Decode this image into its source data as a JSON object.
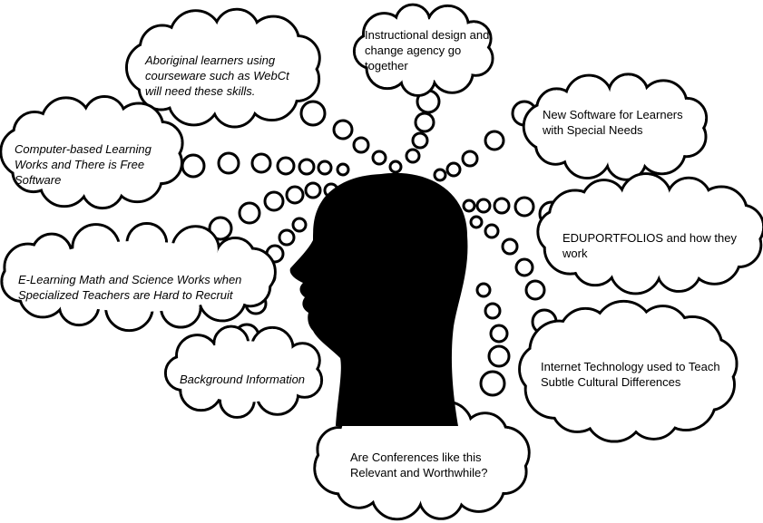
{
  "title": "Thought cloud diagram around a head silhouette",
  "colors": {
    "ink": "#000000",
    "paper": "#ffffff"
  },
  "thoughts": [
    {
      "id": "aboriginal",
      "text": "Aboriginal learners using courseware such as WebCt will need these skills.",
      "italic": true
    },
    {
      "id": "instructional",
      "text": "Instructional design and change agency go together",
      "italic": false
    },
    {
      "id": "new-software",
      "text": "New Software for Learners with Special Needs",
      "italic": false
    },
    {
      "id": "computer-based",
      "text": "Computer-based Learning Works and There is Free Software",
      "italic": true
    },
    {
      "id": "eduportfolios",
      "text": "EDUPORTFOLIOS and how they work",
      "italic": false
    },
    {
      "id": "elearning",
      "text": "E-Learning Math and Science Works when Specialized Teachers are Hard to Recruit",
      "italic": true
    },
    {
      "id": "background",
      "text": "Background Information",
      "italic": true
    },
    {
      "id": "internet",
      "text": "Internet Technology used to Teach Subtle Cultural Differences",
      "italic": false
    },
    {
      "id": "conferences",
      "text": "Are Conferences like this Relevant and Worthwhile?",
      "italic": false
    }
  ]
}
